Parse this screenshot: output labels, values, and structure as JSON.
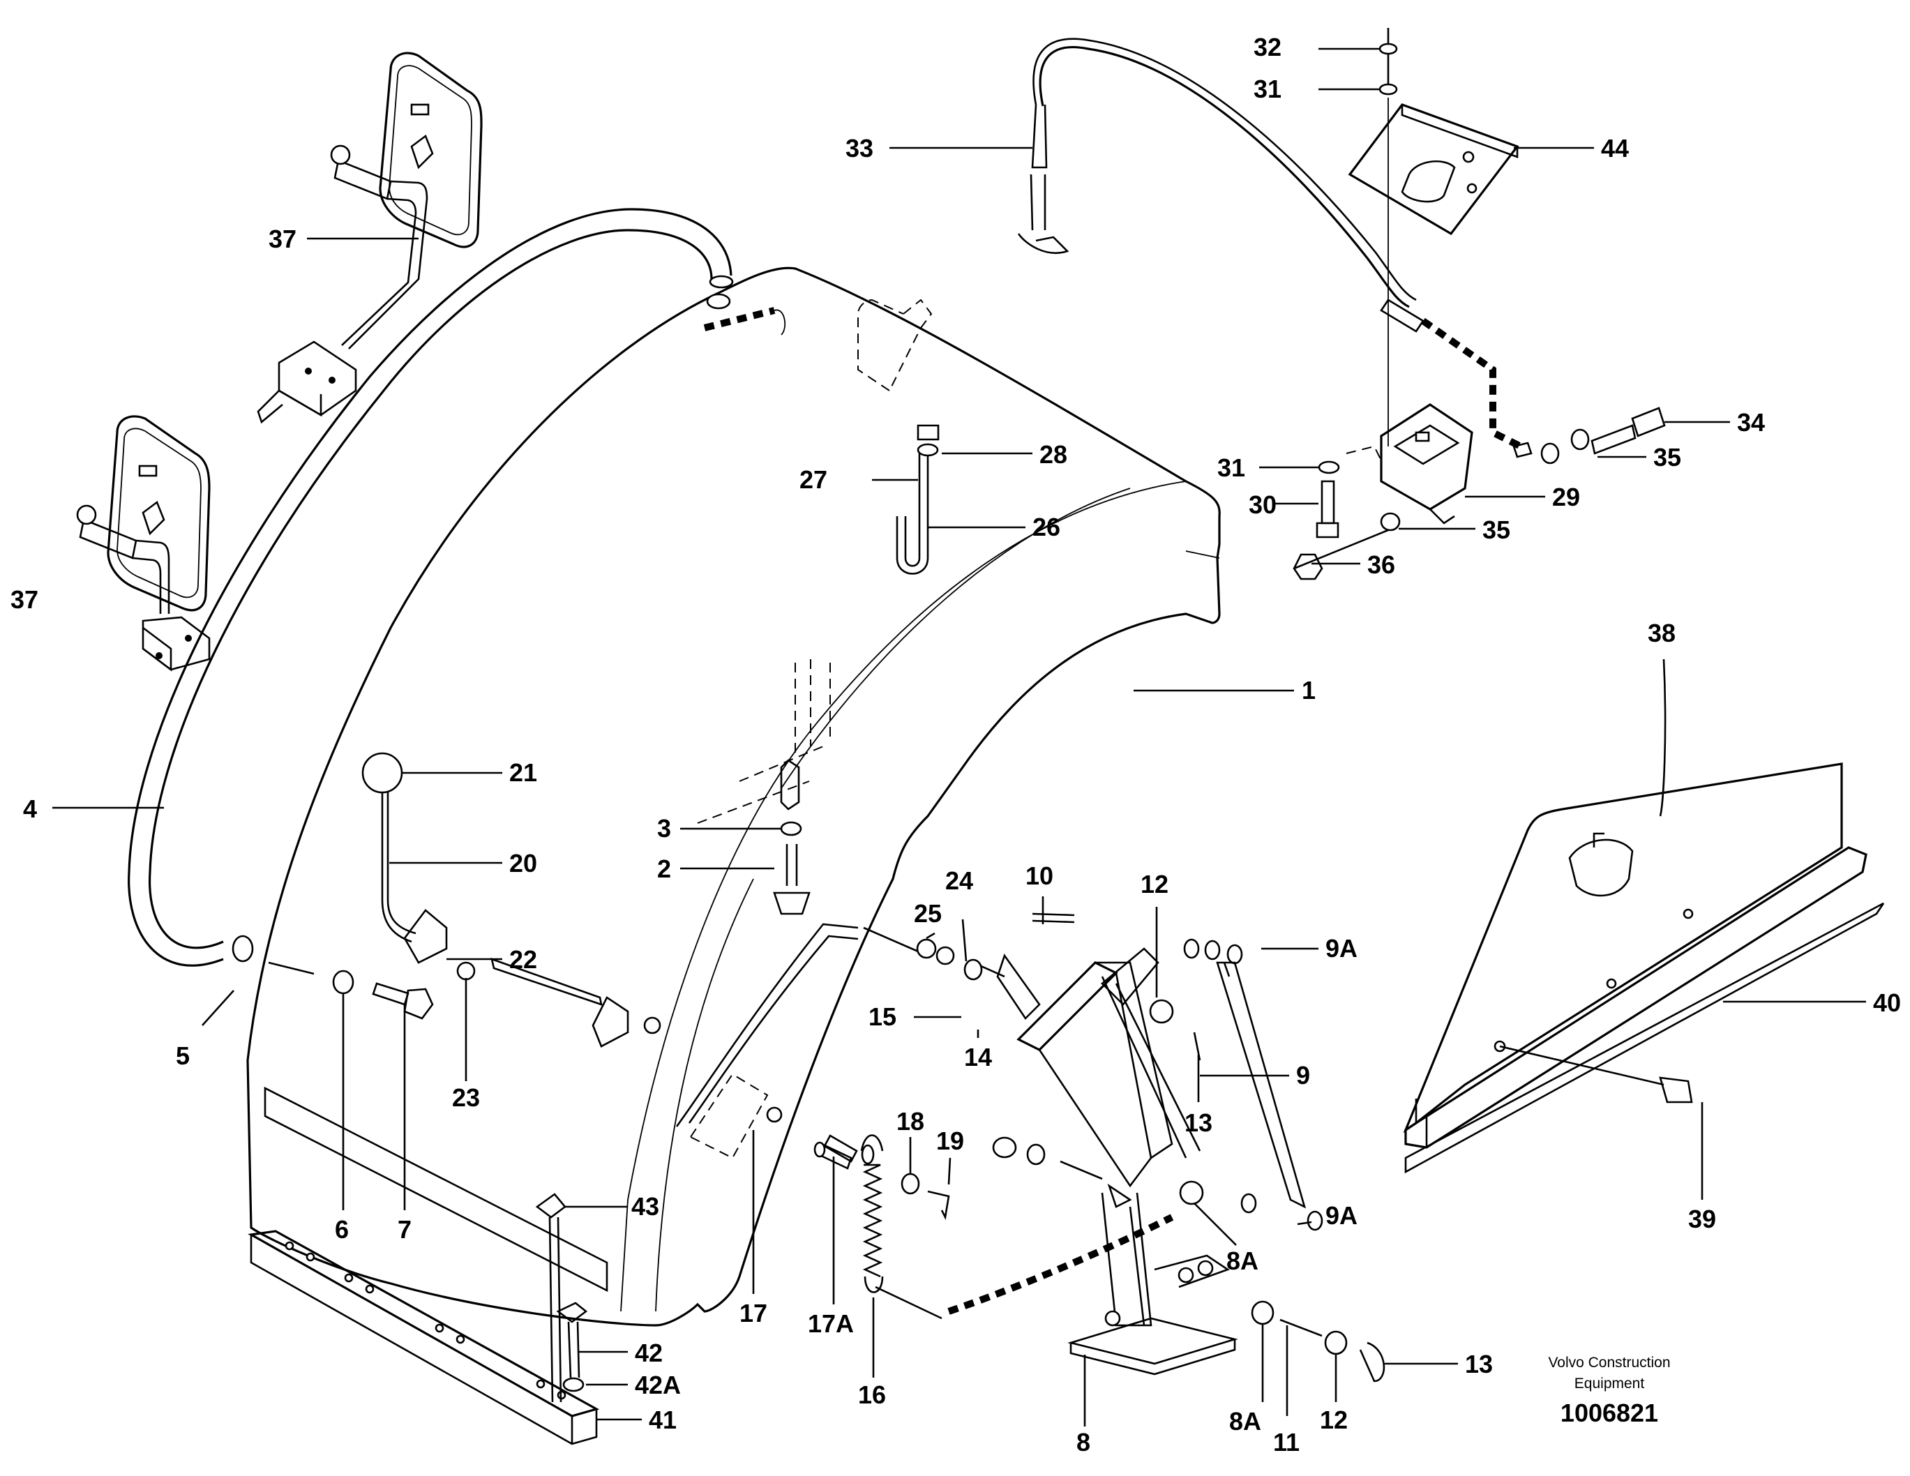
{
  "callouts": [
    {
      "id": "c32",
      "label": "32"
    },
    {
      "id": "c31a",
      "label": "31"
    },
    {
      "id": "c33",
      "label": "33"
    },
    {
      "id": "c44",
      "label": "44"
    },
    {
      "id": "c37a",
      "label": "37"
    },
    {
      "id": "c37b",
      "label": "37"
    },
    {
      "id": "c28",
      "label": "28"
    },
    {
      "id": "c27",
      "label": "27"
    },
    {
      "id": "c26",
      "label": "26"
    },
    {
      "id": "c34",
      "label": "34"
    },
    {
      "id": "c35a",
      "label": "35"
    },
    {
      "id": "c31b",
      "label": "31"
    },
    {
      "id": "c30",
      "label": "30"
    },
    {
      "id": "c29",
      "label": "29"
    },
    {
      "id": "c35b",
      "label": "35"
    },
    {
      "id": "c36",
      "label": "36"
    },
    {
      "id": "c1",
      "label": "1"
    },
    {
      "id": "c38",
      "label": "38"
    },
    {
      "id": "c21",
      "label": "21"
    },
    {
      "id": "c4",
      "label": "4"
    },
    {
      "id": "c20",
      "label": "20"
    },
    {
      "id": "c3",
      "label": "3"
    },
    {
      "id": "c2",
      "label": "2"
    },
    {
      "id": "c22",
      "label": "22"
    },
    {
      "id": "c10",
      "label": "10"
    },
    {
      "id": "c12a",
      "label": "12"
    },
    {
      "id": "c24",
      "label": "24"
    },
    {
      "id": "c25",
      "label": "25"
    },
    {
      "id": "c9Aa",
      "label": "9A"
    },
    {
      "id": "c40",
      "label": "40"
    },
    {
      "id": "c15",
      "label": "15"
    },
    {
      "id": "c14",
      "label": "14"
    },
    {
      "id": "c5",
      "label": "5"
    },
    {
      "id": "c23",
      "label": "23"
    },
    {
      "id": "c9",
      "label": "9"
    },
    {
      "id": "c13a",
      "label": "13"
    },
    {
      "id": "c39",
      "label": "39"
    },
    {
      "id": "c18",
      "label": "18"
    },
    {
      "id": "c19",
      "label": "19"
    },
    {
      "id": "c6",
      "label": "6"
    },
    {
      "id": "c7",
      "label": "7"
    },
    {
      "id": "c43",
      "label": "43"
    },
    {
      "id": "c9Ab",
      "label": "9A"
    },
    {
      "id": "c8Aa",
      "label": "8A"
    },
    {
      "id": "c17",
      "label": "17"
    },
    {
      "id": "c17A",
      "label": "17A"
    },
    {
      "id": "c42",
      "label": "42"
    },
    {
      "id": "c42A",
      "label": "42A"
    },
    {
      "id": "c41",
      "label": "41"
    },
    {
      "id": "c16",
      "label": "16"
    },
    {
      "id": "c8",
      "label": "8"
    },
    {
      "id": "c8Ab",
      "label": "8A"
    },
    {
      "id": "c11",
      "label": "11"
    },
    {
      "id": "c12b",
      "label": "12"
    },
    {
      "id": "c13b",
      "label": "13"
    }
  ],
  "footer": {
    "brand_line1": "Volvo Construction",
    "brand_line2": "Equipment",
    "doc_number": "1006821"
  }
}
